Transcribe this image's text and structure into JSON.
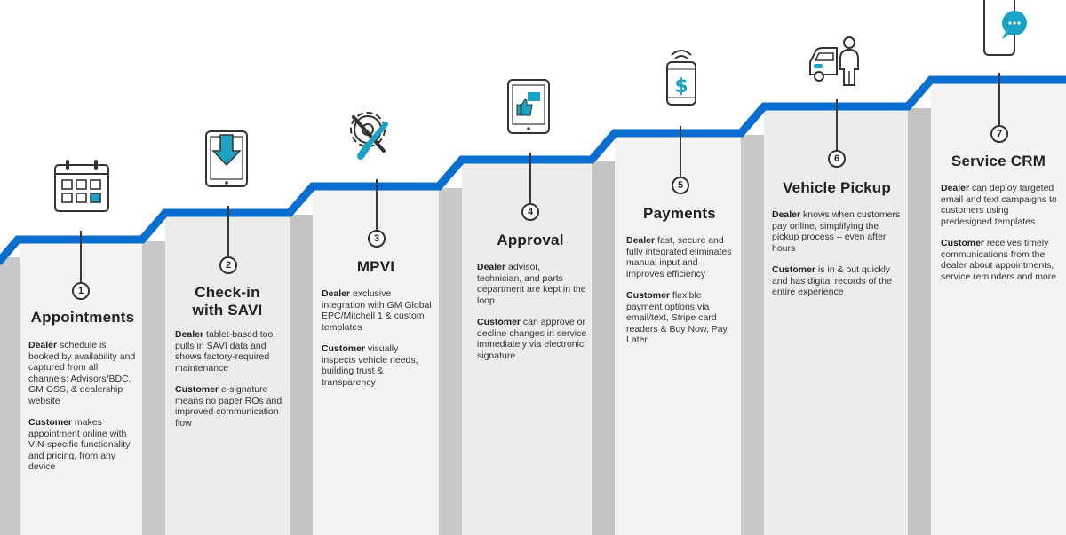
{
  "colors": {
    "accent": "#0a6ed1",
    "cyan": "#1ba3c6",
    "panel": "#f3f3f3",
    "panel_alt": "#e8e8e8",
    "shadow": "#c9c9c9",
    "text": "#2b2b2b"
  },
  "steps": [
    {
      "number": "1",
      "title": "Appointments",
      "icon": "calendar-icon",
      "dealer_label": "Dealer",
      "dealer_text": " schedule is booked by availability and captured from all channels: Advisors/BDC, GM OSS, & dealership website",
      "customer_label": "Customer",
      "customer_text": " makes appointment online with VIN-specific functionality and pricing, from any device"
    },
    {
      "number": "2",
      "title": "Check-in with SAVI",
      "icon": "tablet-download-icon",
      "dealer_label": "Dealer",
      "dealer_text": " tablet-based tool pulls in SAVI data and shows factory-required maintenance",
      "customer_label": "Customer",
      "customer_text": " e-signature means no paper ROs and improved communication flow"
    },
    {
      "number": "3",
      "title": "MPVI",
      "icon": "gear-wrench-icon",
      "dealer_label": "Dealer",
      "dealer_text": " exclusive integration with GM Global EPC/Mitchell 1 & custom templates",
      "customer_label": "Customer",
      "customer_text": " visually inspects vehicle needs, building trust & transparency"
    },
    {
      "number": "4",
      "title": "Approval",
      "icon": "tablet-thumbs-up-icon",
      "dealer_label": "Dealer",
      "dealer_text": " advisor, technician, and parts department are kept in the loop",
      "customer_label": "Customer",
      "customer_text": " can approve or decline changes in service immediately via electronic signature"
    },
    {
      "number": "5",
      "title": "Payments",
      "icon": "phone-payment-icon",
      "dealer_label": "Dealer",
      "dealer_text": " fast, secure and fully integrated eliminates manual input and improves efficiency",
      "customer_label": "Customer",
      "customer_text": " flexible payment options via email/text, Stripe card readers & Buy Now, Pay Later"
    },
    {
      "number": "6",
      "title": "Vehicle Pickup",
      "icon": "car-person-icon",
      "dealer_label": "Dealer",
      "dealer_text": " knows when customers pay online, simplifying the pickup process – even after hours",
      "customer_label": "Customer",
      "customer_text": " is in & out quickly and has digital records of the entire experience"
    },
    {
      "number": "7",
      "title": "Service CRM",
      "icon": "phone-chat-icon",
      "dealer_label": "Dealer",
      "dealer_text": " can deploy targeted email and text campaigns to customers using predesigned templates",
      "customer_label": "Customer",
      "customer_text": " receives timely communications from the dealer about appointments, service reminders and more"
    }
  ]
}
